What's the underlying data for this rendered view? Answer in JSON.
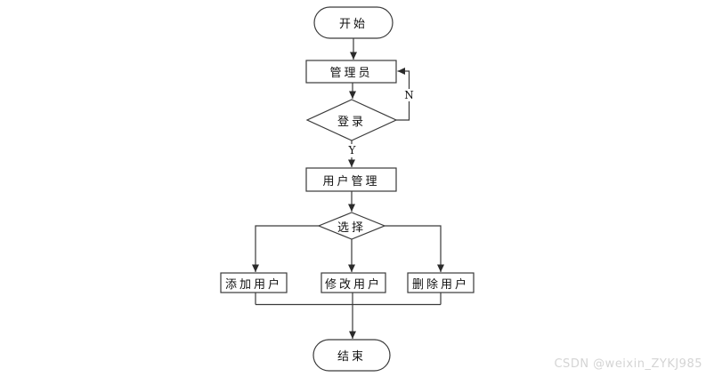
{
  "diagram": {
    "type": "flowchart",
    "nodes": [
      {
        "id": "start",
        "shape": "terminator",
        "label": "开始"
      },
      {
        "id": "admin",
        "shape": "process",
        "label": "管理员"
      },
      {
        "id": "login",
        "shape": "decision",
        "label": "登录"
      },
      {
        "id": "user-management",
        "shape": "process",
        "label": "用户管理"
      },
      {
        "id": "choose",
        "shape": "decision",
        "label": "选择"
      },
      {
        "id": "add-user",
        "shape": "process",
        "label": "添加用户"
      },
      {
        "id": "modify-user",
        "shape": "process",
        "label": "修改用户"
      },
      {
        "id": "delete-user",
        "shape": "process",
        "label": "删除用户"
      },
      {
        "id": "end",
        "shape": "terminator",
        "label": "结束"
      }
    ],
    "edges": [
      {
        "from": "start",
        "to": "admin",
        "label": ""
      },
      {
        "from": "admin",
        "to": "login",
        "label": ""
      },
      {
        "from": "login",
        "to": "admin",
        "label": "N"
      },
      {
        "from": "login",
        "to": "user-management",
        "label": "Y"
      },
      {
        "from": "user-management",
        "to": "choose",
        "label": ""
      },
      {
        "from": "choose",
        "to": "add-user",
        "label": ""
      },
      {
        "from": "choose",
        "to": "modify-user",
        "label": ""
      },
      {
        "from": "choose",
        "to": "delete-user",
        "label": ""
      },
      {
        "from": "add-user",
        "to": "end",
        "label": ""
      },
      {
        "from": "modify-user",
        "to": "end",
        "label": ""
      },
      {
        "from": "delete-user",
        "to": "end",
        "label": ""
      }
    ],
    "edge_labels": {
      "yes": "Y",
      "no": "N"
    },
    "colors": {
      "stroke": "#3a3a3a",
      "fill": "#ffffff",
      "background": "#ffffff"
    }
  },
  "watermark": {
    "text": "CSDN @weixin_ZYKJ985",
    "color": "#d4d4d4"
  }
}
